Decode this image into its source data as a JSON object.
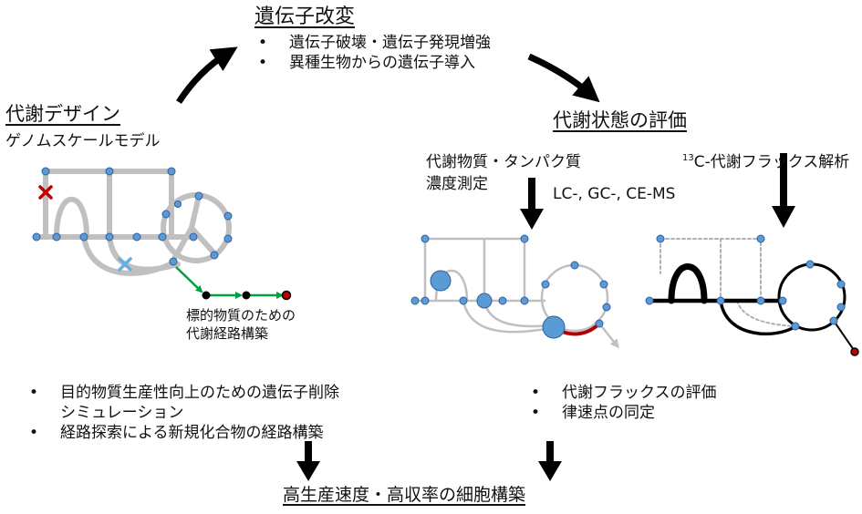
{
  "gene_mod": {
    "title": "遺伝子改変",
    "items": [
      "遺伝子破壊・遺伝子発現増強",
      "異種生物からの遺伝子導入"
    ]
  },
  "design": {
    "title": "代謝デザイン",
    "subtitle": "ゲノムスケールモデル",
    "target_label_1": "標的物質のための",
    "target_label_2": "代謝経路構築",
    "items": [
      "目的物質生産性向上のための遺伝子削除",
      "シミュレーション",
      "経路探索による新規化合物の経路構築"
    ]
  },
  "eval": {
    "title": "代謝状態の評価",
    "conc_1": "代謝物質・タンパク質",
    "conc_2": "濃度測定",
    "ms": "LC-, GC-, CE-MS",
    "flux_sup": "13",
    "flux_rest": "C-代謝フラックス解析",
    "items": [
      "代謝フラックスの評価",
      "律速点の同定"
    ]
  },
  "result": {
    "title": "高生産速度・高収率の細胞構築"
  },
  "colors": {
    "node": "#5b9bd5",
    "node_stroke": "#2e5f99",
    "network": "#c0c0c0",
    "knockout_red": "#c00000",
    "knockout_blue": "#6aaee0",
    "new_path_green": "#00a040",
    "rate_limit_red": "#b00000",
    "flux_black": "#000000"
  }
}
